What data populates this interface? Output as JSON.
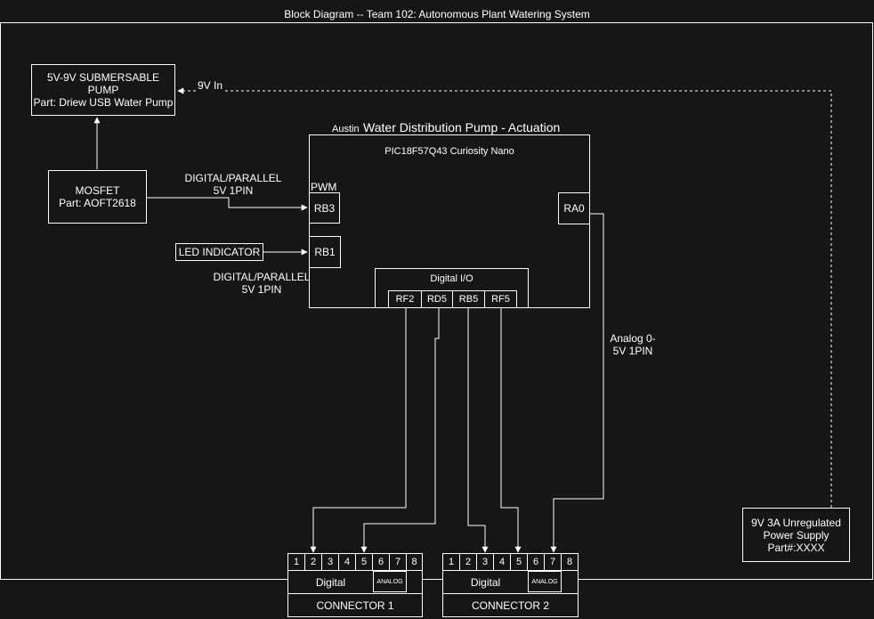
{
  "diagram": {
    "title": "Block Diagram -- Team 102: Autonomous Plant Watering System",
    "pump": {
      "line1": "5V-9V SUBMERSABLE",
      "line2": "PUMP",
      "line3": "Part: Driew USB Water Pump"
    },
    "mosfet": {
      "line1": "MOSFET",
      "line2": "Part: AOFT2618"
    },
    "led": "LED INDICATOR",
    "mcu_group": {
      "prefix": "Austin",
      "title": "Water Distribution Pump - Actuation"
    },
    "mcu": {
      "name": "PIC18F57Q43 Curiosity Nano"
    },
    "pwm_label": "PWM",
    "pins": {
      "rb3": "RB3",
      "rb1": "RB1",
      "ra0": "RA0"
    },
    "digital_io": {
      "title": "Digital I/O",
      "pins": [
        "RF2",
        "RD5",
        "RB5",
        "RF5"
      ]
    },
    "labels": {
      "nine_v_in": "9V In",
      "dig_par_top_1": "DIGITAL/PARALLEL",
      "dig_par_top_2": "5V 1PIN",
      "dig_par_bot_1": "DIGITAL/PARALLEL",
      "dig_par_bot_2": "5V 1PIN",
      "analog_1": "Analog 0-",
      "analog_2": "5V 1PIN"
    },
    "power": {
      "line1": "9V 3A Unregulated",
      "line2": "Power Supply",
      "line3": "Part#:XXXX"
    },
    "connector1": {
      "pins": [
        "1",
        "2",
        "3",
        "4",
        "5",
        "6",
        "7",
        "8"
      ],
      "digital": "Digital",
      "analog": "ANALOG",
      "name": "CONNECTOR 1"
    },
    "connector2": {
      "pins": [
        "1",
        "2",
        "3",
        "4",
        "5",
        "6",
        "7",
        "8"
      ],
      "digital": "Digital",
      "analog": "ANALOG",
      "name": "CONNECTOR 2"
    }
  }
}
